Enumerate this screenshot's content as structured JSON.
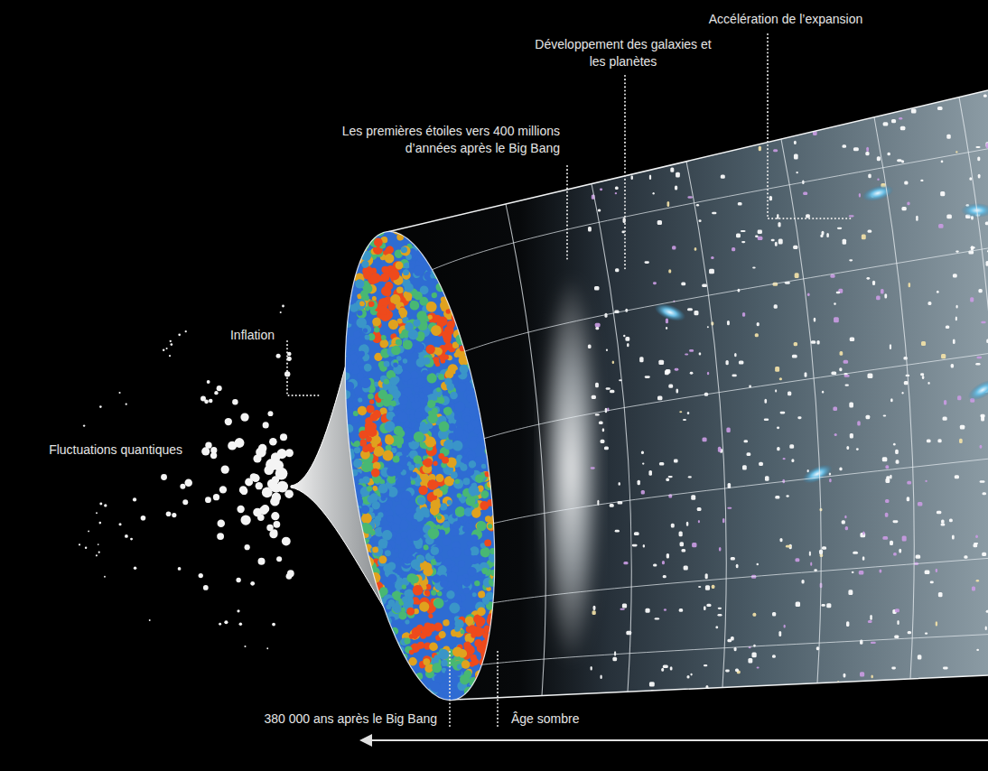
{
  "diagram": {
    "labels": [
      "Accélération de l’expansion",
      "Développement des galaxies et les planètes",
      "Les premières étoiles vers 400 millions d’années après le Big Bang",
      "Inflation",
      "Fluctuations quantiques",
      "380 000 ans après le Big Bang",
      "Âge sombre"
    ]
  }
}
